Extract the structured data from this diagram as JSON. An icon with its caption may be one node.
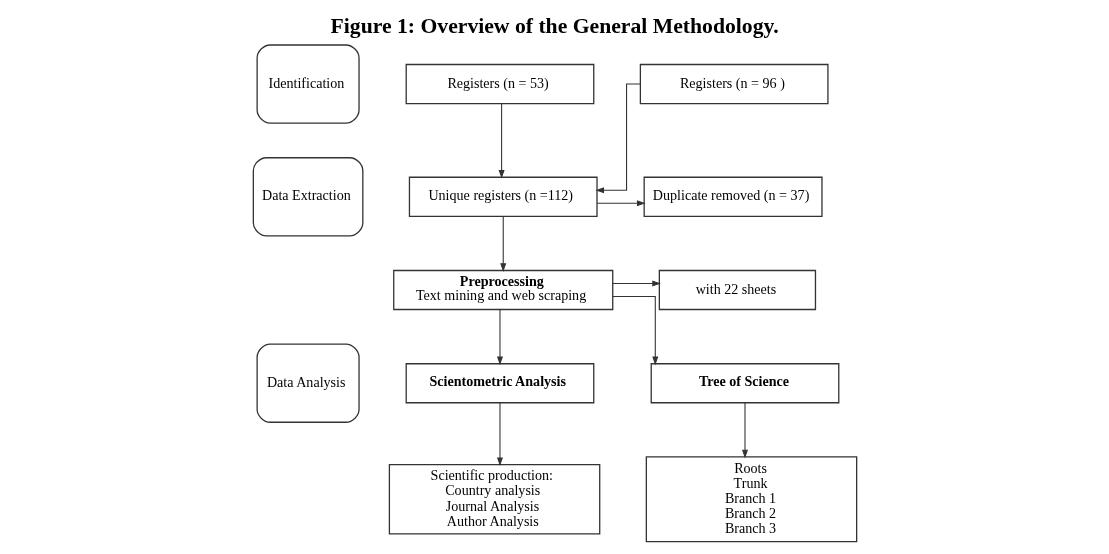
{
  "diagram": {
    "title": "Figure 1: Overview of the General Methodology.",
    "nodes": [
      {
        "text": [
          "Identification"
        ]
      },
      {
        "text": [
          "Data Extraction"
        ]
      },
      {
        "text": [
          "Data Analysis"
        ]
      },
      {
        "text": [
          "Registers (n = 53)"
        ]
      },
      {
        "text": [
          "Registers (n = 96 )"
        ]
      },
      {
        "text": [
          "Unique registers (n =112)"
        ]
      },
      {
        "text": [
          "Duplicate removed (n = 37)"
        ]
      },
      {
        "text": [
          "Preprocessing",
          "Text mining and web scraping"
        ]
      },
      {
        "text": [
          "with 22 sheets"
        ]
      },
      {
        "text": [
          "Scientometric Analysis"
        ]
      },
      {
        "text": [
          "Tree of Science"
        ]
      },
      {
        "text": [
          "Scientific production:",
          "Country analysis",
          "Journal Analysis",
          "Author Analysis"
        ]
      },
      {
        "text": [
          "Roots",
          "Trunk",
          "Branch 1",
          "Branch 2",
          "Branch 3"
        ]
      }
    ],
    "edges": [
      {
        "from": 3,
        "to": 5,
        "arrow": "to"
      },
      {
        "from": 4,
        "to": 5,
        "arrow": "to"
      },
      {
        "from": 5,
        "to": 6,
        "arrow": "to"
      },
      {
        "from": 5,
        "to": 7,
        "arrow": "to"
      },
      {
        "from": 7,
        "to": 8,
        "arrow": "to"
      },
      {
        "from": 7,
        "to": 9,
        "arrow": "to"
      },
      {
        "from": 7,
        "to": 10,
        "arrow": "to"
      },
      {
        "from": 9,
        "to": 11,
        "arrow": "to"
      },
      {
        "from": 10,
        "to": 12,
        "arrow": "to"
      }
    ]
  }
}
